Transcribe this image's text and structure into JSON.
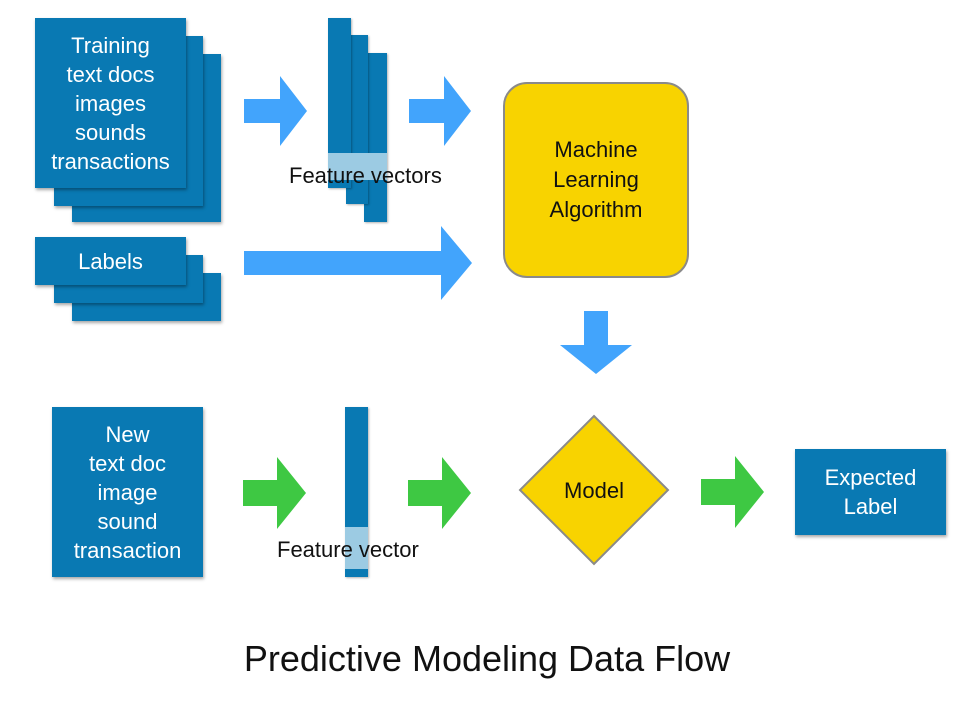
{
  "title": "Predictive Modeling Data Flow",
  "colors": {
    "card_blue": "#0979b3",
    "arrow_blue": "#42a4fc",
    "arrow_green": "#3ec843",
    "yellow": "#f8d300",
    "highlight": "#9ccbe3"
  },
  "training_input": {
    "lines": [
      "Training",
      "text docs",
      "images",
      "sounds",
      "transactions"
    ]
  },
  "labels_input": {
    "label": "Labels"
  },
  "feature_vectors_caption": "Feature vectors",
  "ml_algorithm": {
    "lines": [
      "Machine",
      "Learning",
      "Algorithm"
    ]
  },
  "new_input": {
    "lines": [
      "New",
      "text doc",
      "image",
      "sound",
      "transaction"
    ]
  },
  "feature_vector_caption": "Feature vector",
  "model": {
    "label": "Model"
  },
  "output": {
    "lines": [
      "Expected",
      "Label"
    ]
  },
  "arrows": [
    {
      "id": "training-to-vectors",
      "color": "blue",
      "direction": "right"
    },
    {
      "id": "vectors-to-algorithm",
      "color": "blue",
      "direction": "right"
    },
    {
      "id": "labels-to-algorithm",
      "color": "blue",
      "direction": "right"
    },
    {
      "id": "algorithm-to-model",
      "color": "blue",
      "direction": "down"
    },
    {
      "id": "new-to-vector",
      "color": "green",
      "direction": "right"
    },
    {
      "id": "vector-to-model",
      "color": "green",
      "direction": "right"
    },
    {
      "id": "model-to-output",
      "color": "green",
      "direction": "right"
    }
  ]
}
